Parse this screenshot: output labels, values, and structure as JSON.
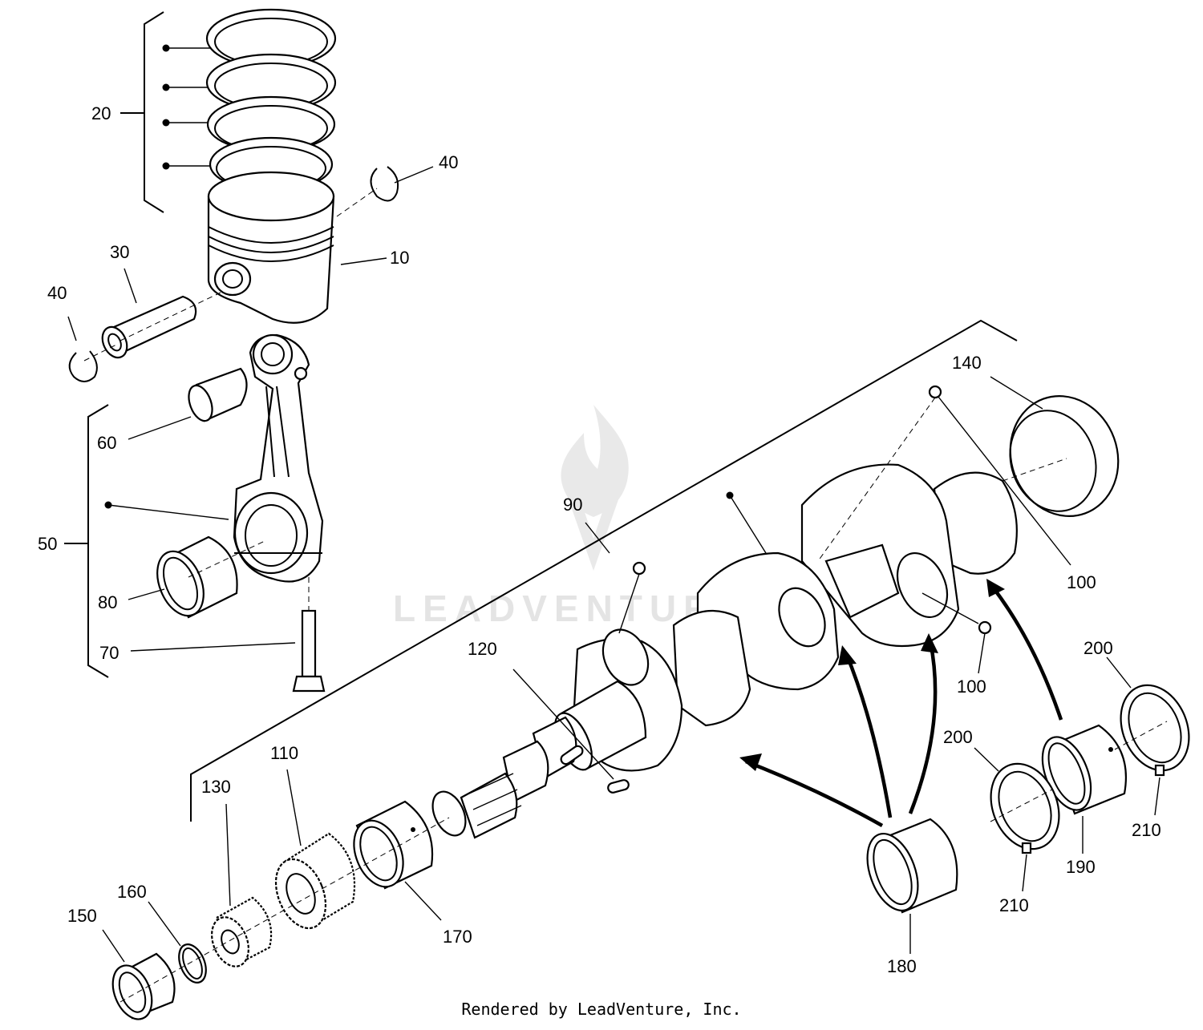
{
  "diagram": {
    "callouts": [
      "10",
      "20",
      "30",
      "40",
      "40",
      "50",
      "60",
      "70",
      "80",
      "90",
      "100",
      "100",
      "110",
      "120",
      "130",
      "140",
      "150",
      "160",
      "170",
      "180",
      "190",
      "200",
      "200",
      "210",
      "210"
    ]
  },
  "watermark": {
    "text": "LEADVENTURE"
  },
  "footer": {
    "credit": "Rendered by LeadVenture, Inc."
  }
}
